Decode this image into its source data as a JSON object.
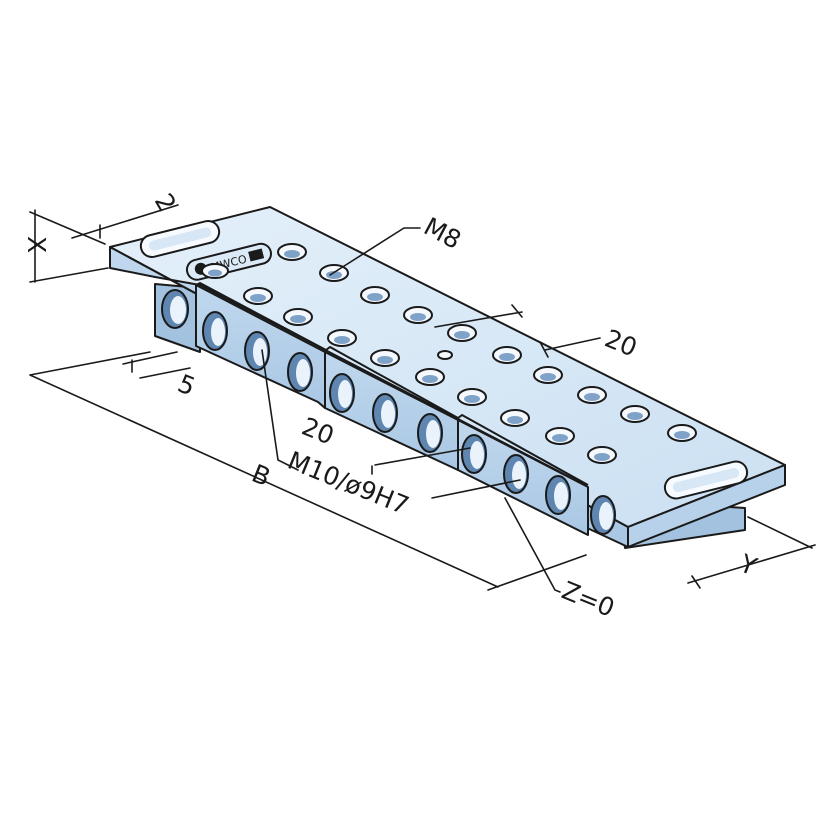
{
  "labels": {
    "m8": "M8",
    "x": "X",
    "two": "2",
    "dim20_top": "20",
    "dim5": "5",
    "dim20_front": "20",
    "m10": "M10/ø9H7",
    "b": "B",
    "z0": "Z=0",
    "y": "Y"
  },
  "logo_text": "MWCO"
}
